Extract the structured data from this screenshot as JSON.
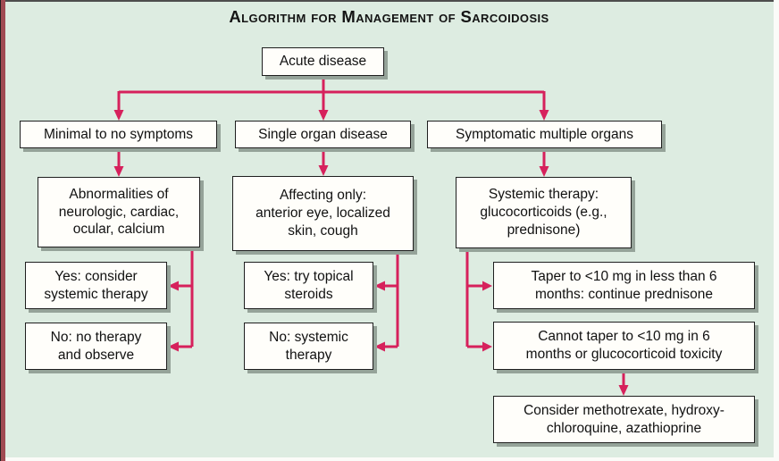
{
  "title": "Algorithm for Management of Sarcoidosis",
  "colors": {
    "panel-bg": "#ddece1",
    "box-bg": "#fffefa",
    "box-border": "#1f1f1f",
    "box-shadow": "#95a399",
    "arrow": "#d6215c",
    "side-bar": "#a04a52",
    "top-rule": "#4d4d4d",
    "title-color": "#141414",
    "text-color": "#111111"
  },
  "nodes": {
    "acute": {
      "label": "Acute disease"
    },
    "minimal": {
      "label": "Minimal to no symptoms"
    },
    "single": {
      "label": "Single organ disease"
    },
    "symptomatic": {
      "label": "Symptomatic multiple organs"
    },
    "abnormalities": {
      "label": "Abnormalities of\nneurologic, cardiac,\nocular, calcium"
    },
    "affecting": {
      "label": "Affecting only:\nanterior eye, localized\nskin, cough"
    },
    "systemic": {
      "label": "Systemic therapy:\nglucocorticoids (e.g.,\nprednisone)"
    },
    "yes_consider": {
      "label": "Yes: consider\nsystemic therapy"
    },
    "no_observe": {
      "label": "No: no therapy\nand observe"
    },
    "yes_topical": {
      "label": "Yes: try topical\nsteroids"
    },
    "no_systemic": {
      "label": "No: systemic\ntherapy"
    },
    "taper": {
      "label": "Taper to <10 mg in less than 6\nmonths: continue prednisone"
    },
    "cannot_taper": {
      "label": "Cannot taper to <10 mg in 6\nmonths or glucocorticoid toxicity"
    },
    "consider_agents": {
      "label": "Consider methotrexate, hydroxy-\nchloroquine, azathioprine"
    }
  }
}
